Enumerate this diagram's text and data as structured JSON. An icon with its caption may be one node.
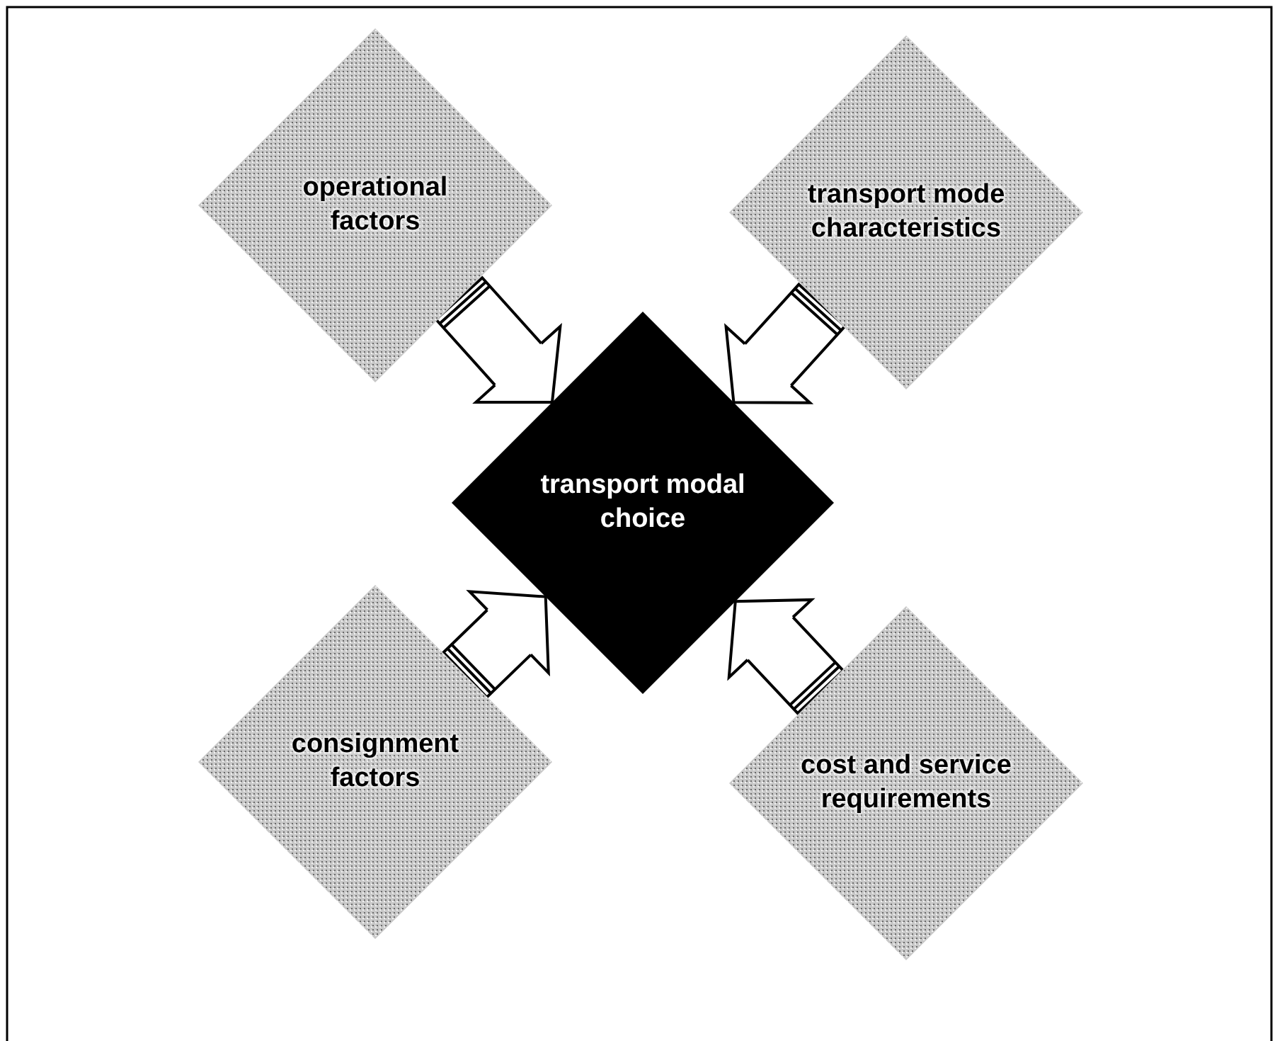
{
  "diagram": {
    "nodes": [
      {
        "text": [
          "operational factors"
        ]
      },
      {
        "text": [
          "transport mode characteristics"
        ]
      },
      {
        "text": [
          "transport modal choice"
        ]
      },
      {
        "text": [
          "consignment factors"
        ]
      },
      {
        "text": [
          "cost and service requirements"
        ]
      }
    ],
    "edges": [
      {
        "from": 0,
        "to": 2,
        "arrow": "to"
      },
      {
        "from": 1,
        "to": 2,
        "arrow": "to"
      },
      {
        "from": 3,
        "to": 2,
        "arrow": "to"
      },
      {
        "from": 4,
        "to": 2,
        "arrow": "to"
      }
    ]
  }
}
